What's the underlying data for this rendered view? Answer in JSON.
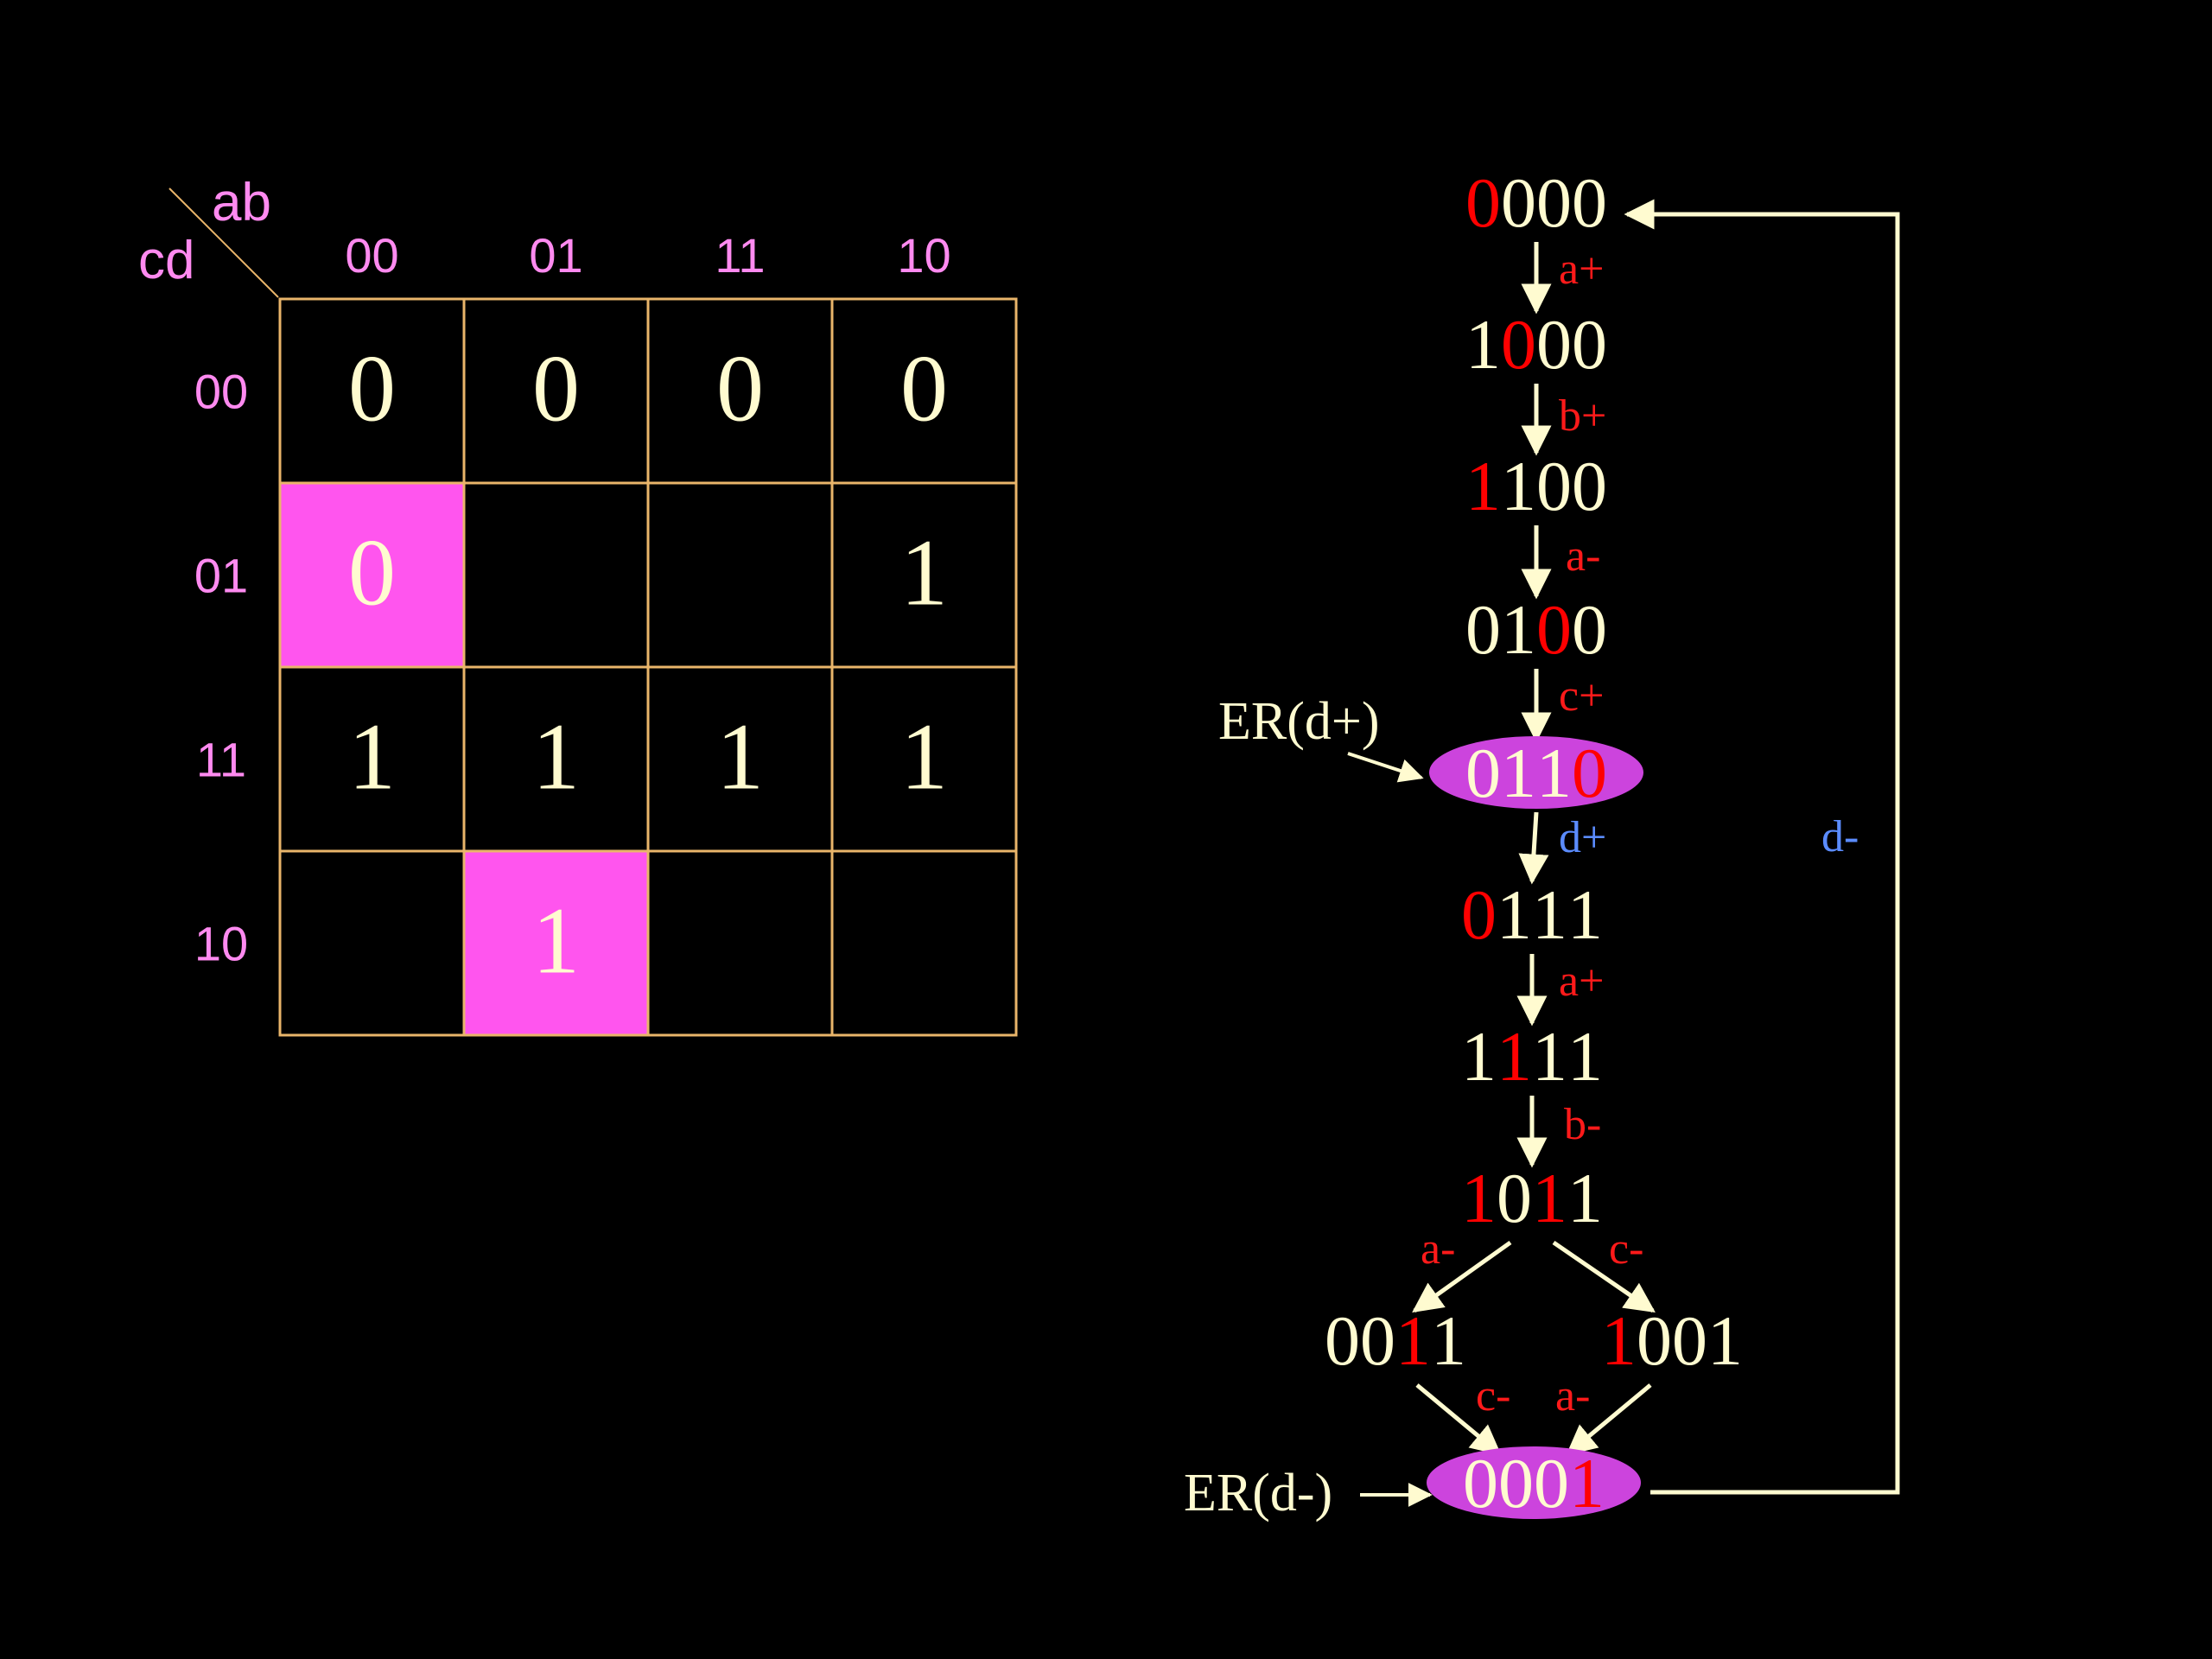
{
  "colors": {
    "background": "#000000",
    "grid": "#e9b56a",
    "highlight": "#ff55ee",
    "kmap_label": "#ff8af0",
    "text": "#fffbd0",
    "excited": "#ff0000",
    "event_red": "#ff1a1a",
    "event_blue": "#5b8cff",
    "arrow": "#fffbd0",
    "ellipse": "#cc44dd"
  },
  "kmap": {
    "corner_top": "ab",
    "corner_left": "cd",
    "col_headers": [
      "00",
      "01",
      "11",
      "10"
    ],
    "row_headers": [
      "00",
      "01",
      "11",
      "10"
    ],
    "cells": [
      [
        "0",
        "0",
        "0",
        "0"
      ],
      [
        "0",
        "",
        "",
        "1"
      ],
      [
        "1",
        "1",
        "1",
        "1"
      ],
      [
        "",
        "1",
        "",
        ""
      ]
    ],
    "highlighted": [
      [
        1,
        0
      ],
      [
        3,
        1
      ]
    ]
  },
  "graph": {
    "states": [
      {
        "id": "s0000",
        "digits": [
          "0",
          "0",
          "0",
          "0"
        ],
        "excited": [
          0
        ]
      },
      {
        "id": "s1000",
        "digits": [
          "1",
          "0",
          "0",
          "0"
        ],
        "excited": [
          1
        ]
      },
      {
        "id": "s1100",
        "digits": [
          "1",
          "1",
          "0",
          "0"
        ],
        "excited": [
          0
        ]
      },
      {
        "id": "s0100",
        "digits": [
          "0",
          "1",
          "0",
          "0"
        ],
        "excited": [
          2
        ]
      },
      {
        "id": "s0110",
        "digits": [
          "0",
          "1",
          "1",
          "0"
        ],
        "excited": [
          3
        ],
        "er": true
      },
      {
        "id": "s0111",
        "digits": [
          "0",
          "1",
          "1",
          "1"
        ],
        "excited": [
          0
        ]
      },
      {
        "id": "s1111",
        "digits": [
          "1",
          "1",
          "1",
          "1"
        ],
        "excited": [
          1
        ]
      },
      {
        "id": "s1011",
        "digits": [
          "1",
          "0",
          "1",
          "1"
        ],
        "excited": [
          0,
          2
        ]
      },
      {
        "id": "s0011",
        "digits": [
          "0",
          "0",
          "1",
          "1"
        ],
        "excited": [
          2
        ]
      },
      {
        "id": "s1001",
        "digits": [
          "1",
          "0",
          "0",
          "1"
        ],
        "excited": [
          0
        ]
      },
      {
        "id": "s0001",
        "digits": [
          "0",
          "0",
          "0",
          "1"
        ],
        "excited": [
          3
        ],
        "er": true
      }
    ],
    "transitions": [
      {
        "from": "s0000",
        "to": "s1000",
        "label": "a+",
        "color": "red"
      },
      {
        "from": "s1000",
        "to": "s1100",
        "label": "b+",
        "color": "red"
      },
      {
        "from": "s1100",
        "to": "s0100",
        "label": "a-",
        "color": "red"
      },
      {
        "from": "s0100",
        "to": "s0110",
        "label": "c+",
        "color": "red"
      },
      {
        "from": "s0110",
        "to": "s0111",
        "label": "d+",
        "color": "blue"
      },
      {
        "from": "s0111",
        "to": "s1111",
        "label": "a+",
        "color": "red"
      },
      {
        "from": "s1111",
        "to": "s1011",
        "label": "b-",
        "color": "red"
      },
      {
        "from": "s1011",
        "to": "s0011",
        "label": "a-",
        "color": "red"
      },
      {
        "from": "s1011",
        "to": "s1001",
        "label": "c-",
        "color": "red"
      },
      {
        "from": "s0011",
        "to": "s0001",
        "label": "c-",
        "color": "red"
      },
      {
        "from": "s1001",
        "to": "s0001",
        "label": "a-",
        "color": "red"
      },
      {
        "from": "s0001",
        "to": "s0000",
        "label": "d-",
        "color": "blue"
      }
    ],
    "er_labels": [
      {
        "state": "s0110",
        "text": "ER(d+)"
      },
      {
        "state": "s0001",
        "text": "ER(d-)"
      }
    ]
  }
}
